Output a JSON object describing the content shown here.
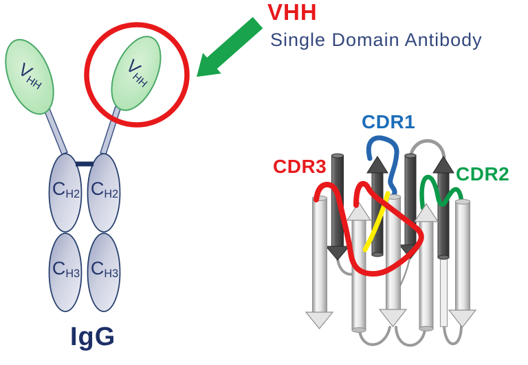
{
  "header": {
    "title": "VHH",
    "subtitle": "Single Domain Antibody"
  },
  "igg": {
    "label": "IgG",
    "vhh": {
      "main": "V",
      "sub": "HH"
    },
    "ch2": {
      "main": "C",
      "sub": "H2"
    },
    "ch3": {
      "main": "C",
      "sub": "H3"
    }
  },
  "cdr": {
    "cdr1": {
      "label": "CDR1",
      "color": "#1b6cb8"
    },
    "cdr2": {
      "label": "CDR2",
      "color": "#0aa04d"
    },
    "cdr3": {
      "label": "CDR3",
      "color": "#e8191b"
    }
  },
  "colors": {
    "title_red": "#e8191c",
    "subtitle_navy": "#33477d",
    "domain_text_navy": "#24356b",
    "vhh_domain_green": "#b9e6bd",
    "vhh_domain_border": "#4aa868",
    "igg_domain_fill": "#c9cedf",
    "igg_domain_border": "#27406e",
    "hinge_navy": "#1d3263",
    "highlight_circle_red": "#e8191b",
    "arrow_green": "#18a34c",
    "beta_strand_light": "#e8e8e8",
    "beta_strand_dark": "#4c4c4c",
    "loop_gray": "#9a9a9a",
    "disulfide_yellow": "#ffee00"
  }
}
